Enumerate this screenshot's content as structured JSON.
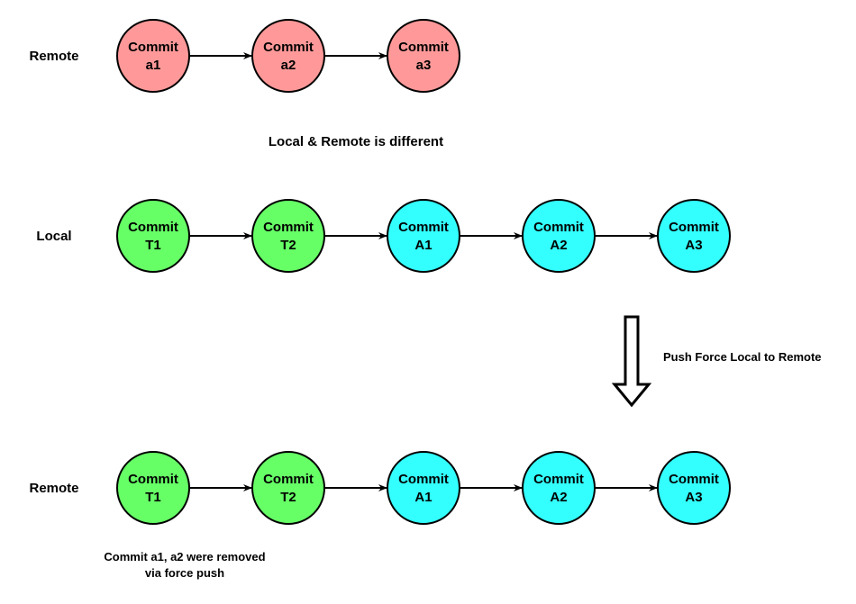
{
  "colors": {
    "remote_node": "#ff9999",
    "green_node": "#66ff66",
    "cyan_node": "#33ffff",
    "stroke": "#000000"
  },
  "rows": {
    "remote_before": {
      "label": "Remote",
      "nodes": [
        {
          "line1": "Commit",
          "line2": "a1",
          "color": "remote_node"
        },
        {
          "line1": "Commit",
          "line2": "a2",
          "color": "remote_node"
        },
        {
          "line1": "Commit",
          "line2": "a3",
          "color": "remote_node"
        }
      ]
    },
    "local": {
      "label": "Local",
      "nodes": [
        {
          "line1": "Commit",
          "line2": "T1",
          "color": "green_node"
        },
        {
          "line1": "Commit",
          "line2": "T2",
          "color": "green_node"
        },
        {
          "line1": "Commit",
          "line2": "A1",
          "color": "cyan_node"
        },
        {
          "line1": "Commit",
          "line2": "A2",
          "color": "cyan_node"
        },
        {
          "line1": "Commit",
          "line2": "A3",
          "color": "cyan_node"
        }
      ]
    },
    "remote_after": {
      "label": "Remote",
      "nodes": [
        {
          "line1": "Commit",
          "line2": "T1",
          "color": "green_node"
        },
        {
          "line1": "Commit",
          "line2": "T2",
          "color": "green_node"
        },
        {
          "line1": "Commit",
          "line2": "A1",
          "color": "cyan_node"
        },
        {
          "line1": "Commit",
          "line2": "A2",
          "color": "cyan_node"
        },
        {
          "line1": "Commit",
          "line2": "A3",
          "color": "cyan_node"
        }
      ]
    }
  },
  "captions": {
    "difference": "Local & Remote is different",
    "push_force": "Push Force Local to Remote",
    "removed_line1": "Commit a1, a2 were removed",
    "removed_line2": "via force push"
  }
}
